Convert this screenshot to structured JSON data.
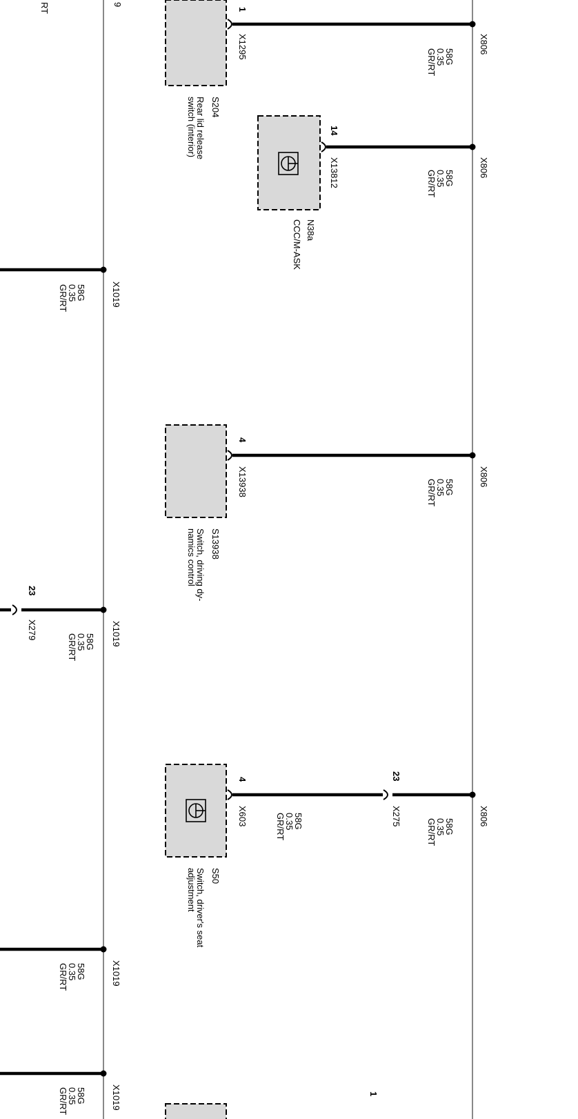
{
  "edge_labels": {
    "left_fragment": "RT",
    "left_pin": "9"
  },
  "components": {
    "s204": {
      "ref": "S204",
      "desc1": "Rear lid release",
      "desc2": "switch (interior)",
      "connector": "X1295",
      "pin": "1"
    },
    "n38a": {
      "ref": "N38a",
      "desc1": "CCC/M-ASK",
      "connector": "X13812",
      "pin": "14"
    },
    "s13938": {
      "ref": "S13938",
      "desc1": "Switch, driving dy-",
      "desc2": "namics control",
      "connector": "X13938",
      "pin": "4"
    },
    "s50": {
      "ref": "S50",
      "desc1": "Switch, driver's seat",
      "desc2": "adjustment",
      "connector": "X603",
      "pin": "4"
    }
  },
  "wire_spec": {
    "gauge_code": "58G",
    "size": "0.35",
    "color": "GR/RT"
  },
  "right_bus": {
    "splice": "X806"
  },
  "left_bus": {
    "splice": "X1019"
  },
  "inline_connectors": {
    "x275": {
      "id": "X275",
      "pin": "23"
    },
    "x279": {
      "id": "X279",
      "pin": "23"
    }
  },
  "bottom_partial_pin": "1"
}
